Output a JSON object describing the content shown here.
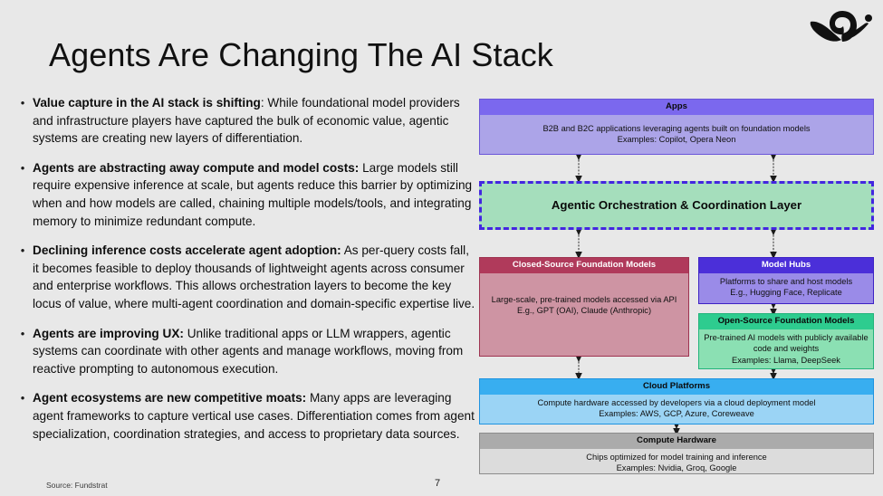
{
  "slide": {
    "title": "Agents Are Changing The AI Stack",
    "source": "Source: Fundstrat",
    "page_number": "7",
    "background_color": "#e8e8e8",
    "logo_name": "fundstrat-logo"
  },
  "bullets": [
    {
      "marker": "•",
      "lead": "Value capture in the AI stack is shifting",
      "rest": ": While foundational model providers and infrastructure players have captured the bulk of economic value, agentic systems are creating new layers of differentiation."
    },
    {
      "marker": "•",
      "lead": "Agents are abstracting away compute and model costs:",
      "rest": " Large models still require expensive inference at scale, but agents reduce this barrier by optimizing when and how models are called, chaining multiple models/tools, and integrating memory to minimize redundant compute."
    },
    {
      "marker": "•",
      "lead": "Declining inference costs accelerate agent adoption:",
      "rest": " As per-query costs fall, it becomes feasible to deploy thousands of lightweight agents across consumer and enterprise workflows. This allows orchestration layers to become the key locus of value, where multi-agent coordination and domain-specific expertise live."
    },
    {
      "marker": "•",
      "lead": "Agents are improving UX:",
      "rest": " Unlike traditional apps or LLM wrappers, agentic systems can coordinate with other agents and manage workflows, moving from reactive prompting to autonomous execution."
    },
    {
      "marker": "•",
      "lead": "Agent ecosystems are new competitive moats:",
      "rest": " Many apps are leveraging agent frameworks to capture vertical use cases. Differentiation comes from agent specialization, coordination strategies, and access to proprietary data sources."
    }
  ],
  "diagram": {
    "apps": {
      "header": "Apps",
      "line1": "B2B and B2C applications leveraging agents built on foundation models",
      "line2": "Examples: Copilot, Opera Neon",
      "header_color": "#7B68EE",
      "body_color": "#ACA4E8"
    },
    "orchestration": {
      "label": "Agentic Orchestration & Coordination Layer",
      "fill_color": "#A5DEBC",
      "border_color": "#4326e0"
    },
    "closed_source": {
      "header": "Closed-Source Foundation Models",
      "line1": "Large-scale, pre-trained models accessed via API",
      "line2": "E.g., GPT (OAI), Claude (Anthropic)",
      "header_color": "#B03A5B",
      "body_color": "#CE94A3"
    },
    "model_hubs": {
      "header": "Model Hubs",
      "line1": "Platforms to share and host models",
      "line2": "E.g., Hugging Face, Replicate",
      "header_color": "#4B2FD9",
      "body_color": "#9A8BE8"
    },
    "open_source": {
      "header": "Open-Source Foundation Models",
      "line1": "Pre-trained AI models with publicly available code and weights",
      "line2": "Examples: Llama, DeepSeek",
      "header_color": "#2ECC8F",
      "body_color": "#8BE0B3"
    },
    "cloud_platforms": {
      "header": "Cloud Platforms",
      "line1": "Compute hardware accessed by developers via a cloud deployment model",
      "line2": "Examples: AWS, GCP, Azure, Coreweave",
      "header_color": "#38AEF0",
      "body_color": "#9BD4F5"
    },
    "compute_hardware": {
      "header": "Compute Hardware",
      "line1": "Chips optimized for model training and inference",
      "line2": "Examples: Nvidia, Groq, Google",
      "header_color": "#ABABAB",
      "body_color": "#DCDCDC"
    },
    "connectors": [
      {
        "name": "apps-to-orchestration-left"
      },
      {
        "name": "apps-to-orchestration-right"
      },
      {
        "name": "orchestration-to-closed-source"
      },
      {
        "name": "orchestration-to-model-hubs"
      },
      {
        "name": "model-hubs-to-open-source"
      },
      {
        "name": "closed-source-to-cloud"
      },
      {
        "name": "open-source-to-cloud"
      },
      {
        "name": "cloud-to-compute-hardware"
      }
    ]
  }
}
